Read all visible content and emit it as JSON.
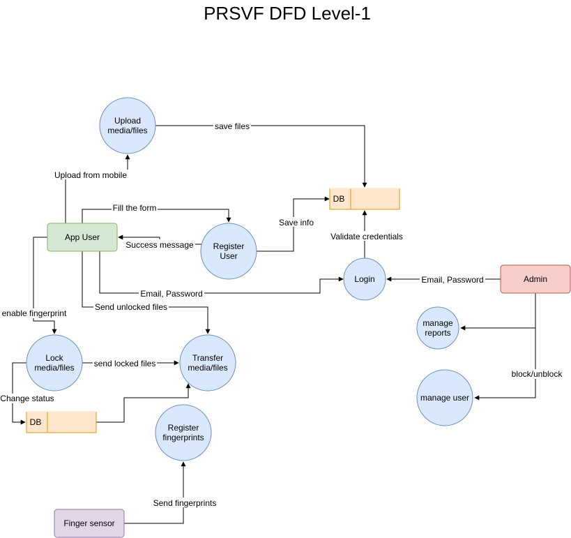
{
  "title": "PRSVF DFD Level-1",
  "nodes": {
    "upload": [
      "Upload",
      "media/files"
    ],
    "db_top": "DB",
    "app_user": "App User",
    "register_user": [
      "Register",
      "User"
    ],
    "login": "Login",
    "admin": "Admin",
    "manage_reports": [
      "manage",
      "reports"
    ],
    "manage_user": "manage user",
    "lock": [
      "Lock",
      "media/files"
    ],
    "transfer": [
      "Transfer",
      "media/files"
    ],
    "db_bottom": "DB",
    "register_fp": [
      "Register",
      "fingerprints"
    ],
    "finger_sensor": "Finger sensor"
  },
  "edges": {
    "save_files": "save files",
    "upload_from_mobile": "Upload from mobile",
    "fill_the_form": "Fill the form",
    "save_info": "Save info",
    "validate_credentials": "Validate credentials",
    "success_message": "Success message",
    "email_password_user": "Email, Password",
    "email_password_admin": "Email, Password",
    "send_unlocked_files": "Send unlocked files",
    "enable_fingerprint": "enable fingerprint",
    "send_locked_files": "send locked files",
    "change_status": "Change status",
    "block_unblock": "block/unblock",
    "send_fingerprints": "Send fingerprints"
  }
}
